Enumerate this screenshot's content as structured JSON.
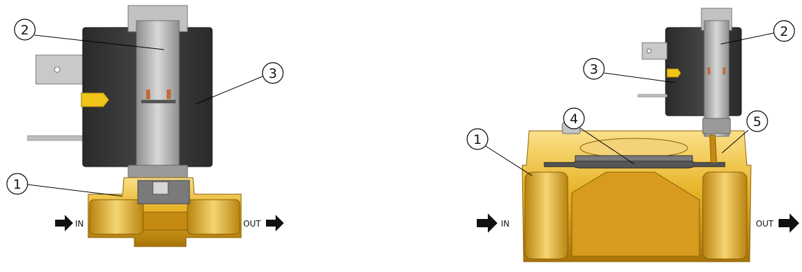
{
  "left_valve": {
    "callouts": [
      "1",
      "2",
      "3"
    ],
    "inlet_label": "IN",
    "outlet_label": "OUT"
  },
  "right_valve": {
    "callouts": [
      "1",
      "2",
      "3",
      "4",
      "5"
    ],
    "inlet_label": "IN",
    "outlet_label": "OUT"
  },
  "colors": {
    "brass": "#e8b52a",
    "brass_dark": "#a87408",
    "coil": "#3c3c3c",
    "steel": "#b9b9b9",
    "copper": "#c46a3a"
  }
}
